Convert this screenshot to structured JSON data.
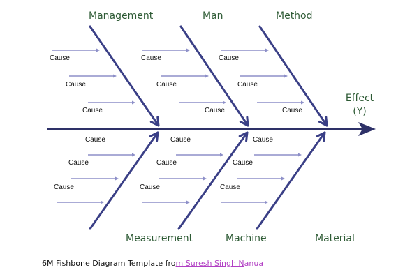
{
  "diagram": {
    "type": "fishbone",
    "effect": {
      "line1": "Effect",
      "line2": "(Y)"
    },
    "colors": {
      "spine": "#2e3168",
      "bone": "#3a3f86",
      "cause_arrow": "#8d8fc8",
      "category_text": "#2d5a34",
      "link": "#b23fc4"
    },
    "top_categories": [
      {
        "label": "Management",
        "causes": [
          "Cause",
          "Cause",
          "Cause"
        ]
      },
      {
        "label": "Man",
        "causes": [
          "Cause",
          "Cause",
          "Cause"
        ]
      },
      {
        "label": "Method",
        "causes": [
          "Cause",
          "Cause",
          "Cause"
        ]
      }
    ],
    "bottom_categories": [
      {
        "label": "Measurement",
        "causes": [
          "Cause",
          "Cause",
          "Cause"
        ]
      },
      {
        "label": "Machine",
        "causes": [
          "Cause",
          "Cause",
          "Cause"
        ]
      },
      {
        "label": "Material",
        "causes": []
      }
    ]
  },
  "caption": {
    "prefix": "6M Fishbone Diagram Template fro",
    "link_part1": "m Suresh Singh N",
    "link_part2": "anua"
  }
}
